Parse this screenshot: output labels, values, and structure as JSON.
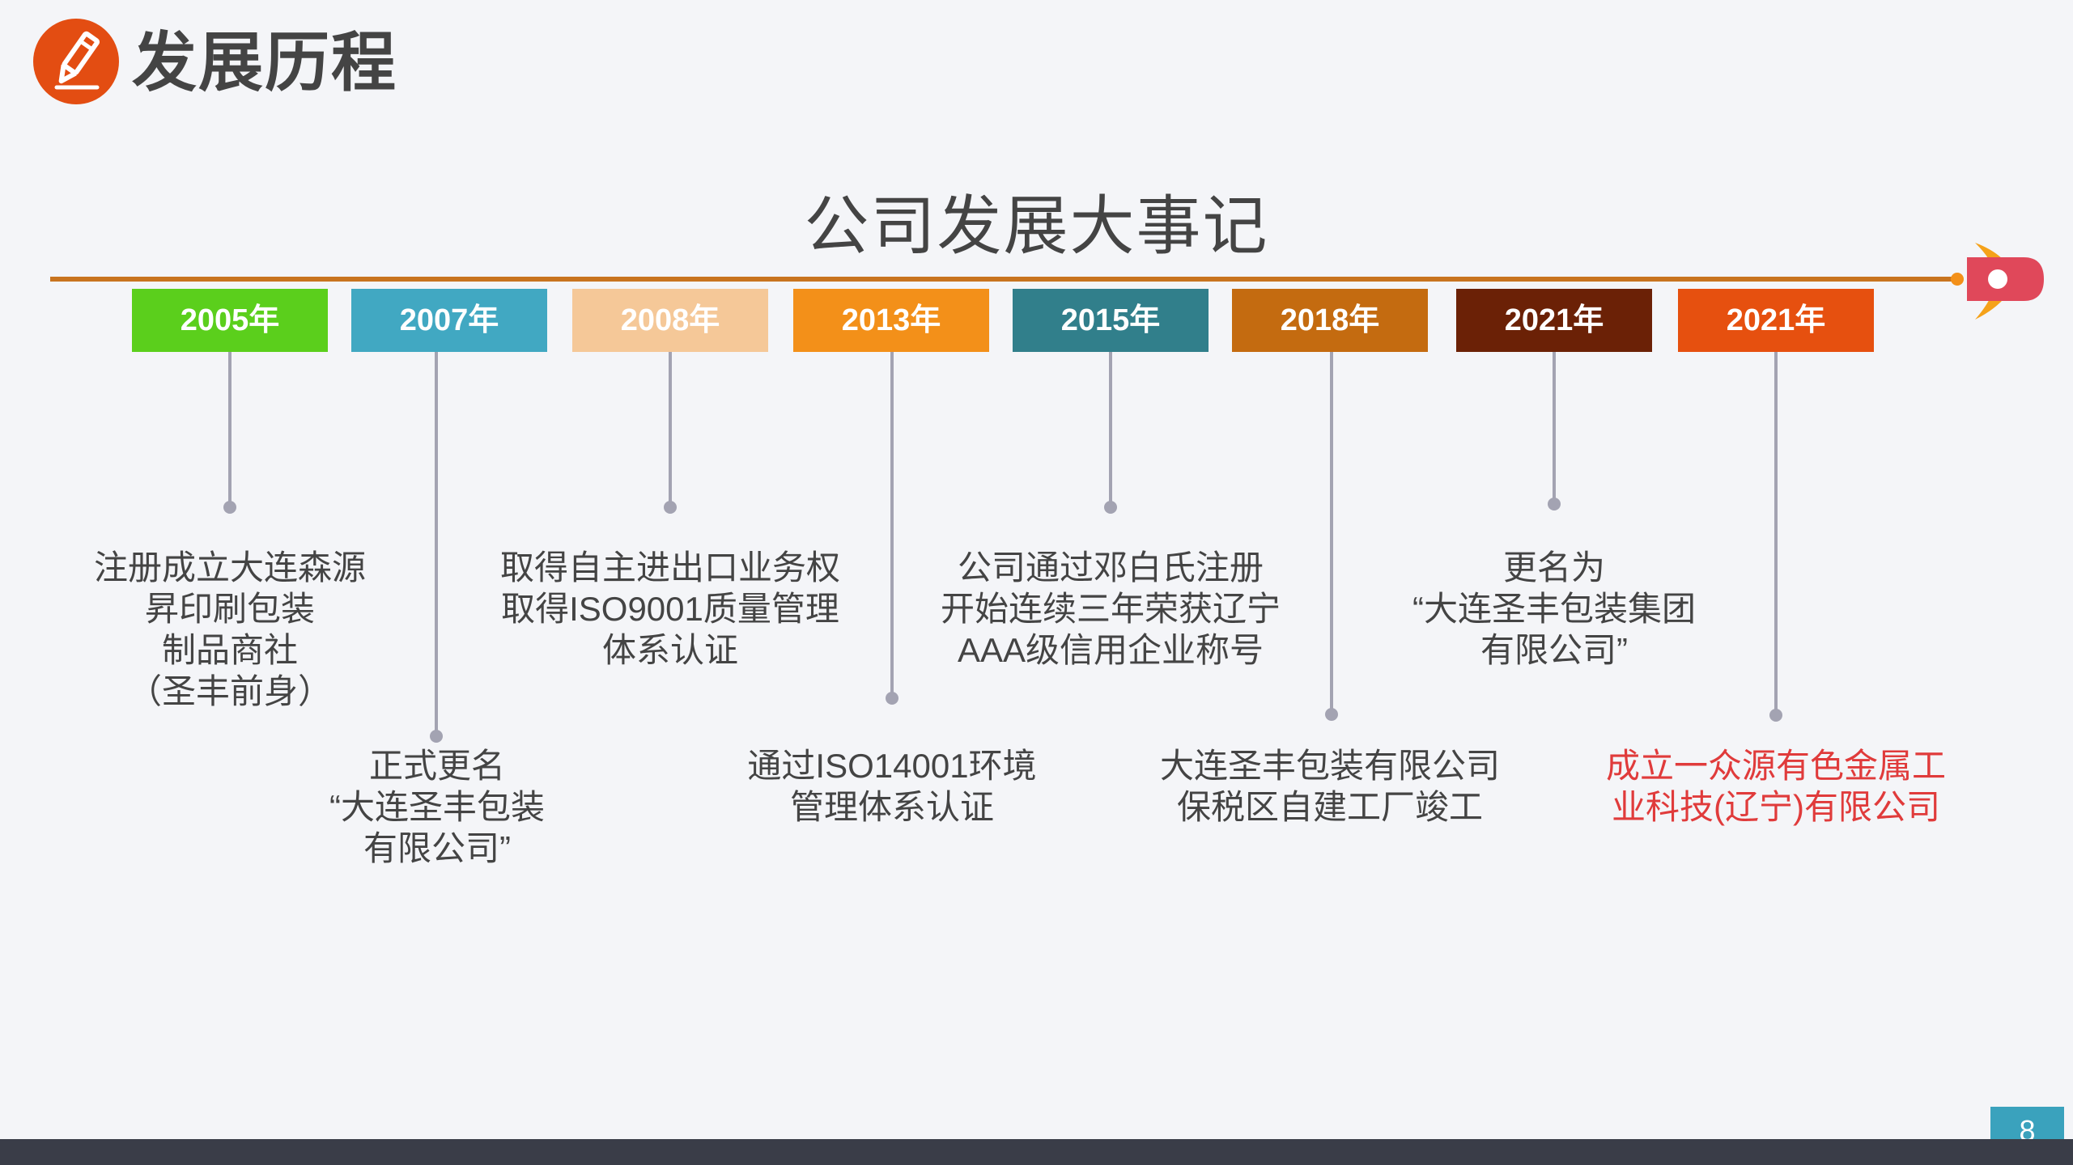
{
  "header": {
    "title": "发展历程",
    "icon": "pencil-icon"
  },
  "main_title": "公司发展大事记",
  "page_number": "8",
  "events": [
    {
      "year": "2005年",
      "color": "#5bcf1c",
      "text": "注册成立大连森源\n昇印刷包装\n制品商社\n（圣丰前身）"
    },
    {
      "year": "2007年",
      "color": "#41a8c2",
      "text": "正式更名\n“大连圣丰包装\n有限公司”"
    },
    {
      "year": "2008年",
      "color": "#f5c898",
      "text": "取得自主进出口业务权\n取得ISO9001质量管理\n体系认证"
    },
    {
      "year": "2013年",
      "color": "#f39019",
      "text": "通过ISO14001环境\n管理体系认证"
    },
    {
      "year": "2015年",
      "color": "#317f8b",
      "text": "公司通过邓白氏注册\n开始连续三年荣获辽宁\nAAA级信用企业称号"
    },
    {
      "year": "2018年",
      "color": "#c46b10",
      "text": "大连圣丰包装有限公司\n保税区自建工厂竣工"
    },
    {
      "year": "2021年",
      "color": "#6b2106",
      "text": "更名为\n“大连圣丰包装集团\n有限公司”"
    },
    {
      "year": "2021年",
      "color": "#e6500f",
      "text": "成立一众源有色金属工\n业科技(辽宁)有限公司",
      "highlight": true
    }
  ]
}
